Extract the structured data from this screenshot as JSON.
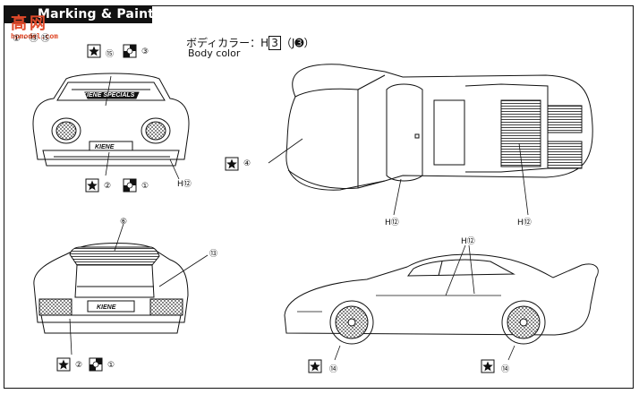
{
  "header": {
    "title": "Marking & Painting"
  },
  "watermark": {
    "top": "高网",
    "bottom": "hpmodel.com"
  },
  "sequence": {
    "text": "① · ⑬ ⑮"
  },
  "body_color": {
    "jp": "ボディカラー：H",
    "code": "3",
    "jp_tail": "（J",
    "j_code": "➌",
    "close": "）",
    "en": "Body color"
  },
  "front_view": {
    "decal_top_left": "⑮",
    "decal_top_right": "③",
    "decal_bottom_left": "②",
    "decal_bottom_right": "①",
    "paint_code": "H⑫",
    "banner": "KIENE SPECIALS",
    "plate": "KIENE"
  },
  "top_view": {
    "decal_side": "④",
    "paint_code_front": "H⑫",
    "paint_code_rear": "H⑫"
  },
  "rear_view": {
    "decal_spoiler": "⑥",
    "decal_side": "⑬",
    "decal_bottom_left": "②",
    "decal_bottom_right": "①",
    "plate": "KIENE"
  },
  "side_view": {
    "paint_code": "H⑫",
    "decal_front_wheel": "⑭",
    "decal_rear_wheel": "⑭"
  }
}
